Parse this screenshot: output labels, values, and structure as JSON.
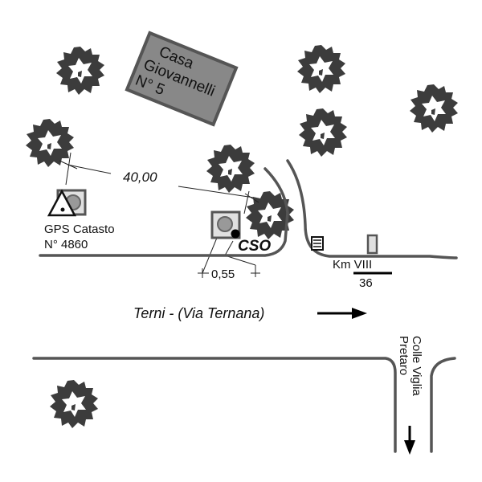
{
  "map": {
    "type": "location sketch",
    "colors": {
      "road": "#555555",
      "building_fill": "#888888",
      "building_stroke": "#555555",
      "tree": "#3c3c3c",
      "marker_fill": "#e0e0e0",
      "marker_circle": "#999999",
      "text": "#111111"
    },
    "building": {
      "line1": "Casa",
      "line2": "Giovannelli",
      "line3": "N° 5"
    },
    "gps_point": {
      "line1": "GPS Catasto",
      "line2": "N° 4860"
    },
    "distance_main": "40,00",
    "distance_offset": "0,55",
    "cso_label": "CSO",
    "km_marker": {
      "label": "Km VIII",
      "value": "36"
    },
    "main_road": {
      "label": "Terni - (Via Ternana)",
      "direction": "east"
    },
    "side_road": {
      "line1": "Colle Viglia",
      "line2": "Pretaro",
      "direction": "south"
    }
  }
}
